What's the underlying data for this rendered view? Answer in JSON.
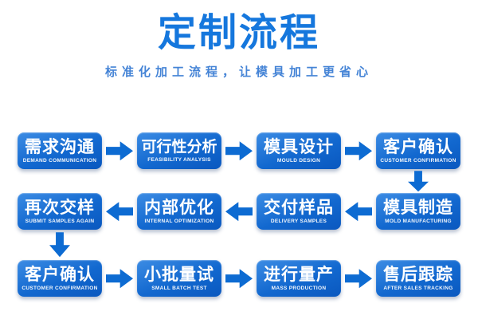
{
  "header": {
    "title": "定制流程",
    "subtitle": "标准化加工流程，让模具加工更省心"
  },
  "colors": {
    "background": "#ffffff",
    "title_blue": "#1577dd",
    "subtitle_blue": "#4584d6",
    "box_gradient_top": "#3c8ce4",
    "box_gradient_bottom": "#0a58bf",
    "arrow_blue": "#0d6bd2",
    "box_text": "#ffffff"
  },
  "flow": {
    "rows": [
      {
        "direction": "right",
        "steps": [
          {
            "zh": "需求沟通",
            "en": "DEMAND COMMUNICATION"
          },
          {
            "zh": "可行性分析",
            "en": "FEASIBILITY ANALYSIS"
          },
          {
            "zh": "模具设计",
            "en": "MOULD DESIGN"
          },
          {
            "zh": "客户确认",
            "en": "CUSTOMER CONFIRMATION"
          }
        ]
      },
      {
        "direction": "left",
        "steps": [
          {
            "zh": "再次交样",
            "en": "SUBMIT SAMPLES AGAIN"
          },
          {
            "zh": "内部优化",
            "en": "INTERNAL OPTIMIZATION"
          },
          {
            "zh": "交付样品",
            "en": "DELIVERY SAMPLES"
          },
          {
            "zh": "模具制造",
            "en": "MOLD MANUFACTURING"
          }
        ]
      },
      {
        "direction": "right",
        "steps": [
          {
            "zh": "客户确认",
            "en": "CUSTOMER CONFIRMATION"
          },
          {
            "zh": "小批量试",
            "en": "SMALL BATCH TEST"
          },
          {
            "zh": "进行量产",
            "en": "MASS PRODUCTION"
          },
          {
            "zh": "售后跟踪",
            "en": "AFTER SALES TRACKING"
          }
        ]
      }
    ]
  }
}
